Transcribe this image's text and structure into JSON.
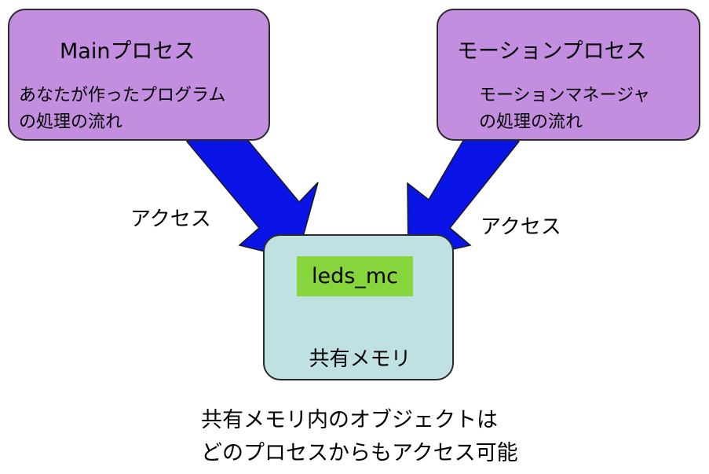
{
  "main_process": {
    "title": "Mainプロセス",
    "desc_line1": "あなたが作ったプログラム",
    "desc_line2": "の処理の流れ"
  },
  "motion_process": {
    "title": "モーションプロセス",
    "desc_line1": "モーションマネージャ",
    "desc_line2": "の処理の流れ"
  },
  "shared_memory": {
    "label": "共有メモリ",
    "object_label": "leds_mc"
  },
  "arrows": {
    "left_label": "アクセス",
    "right_label": "アクセス"
  },
  "note": {
    "line1": "共有メモリ内のオブジェクトは",
    "line2": "どのプロセスからもアクセス可能"
  },
  "colors": {
    "process_fill": "#c38ee0",
    "shared_memory_fill": "#bfe1e2",
    "object_fill": "#86d53c",
    "arrow_fill": "#0a14e6"
  }
}
